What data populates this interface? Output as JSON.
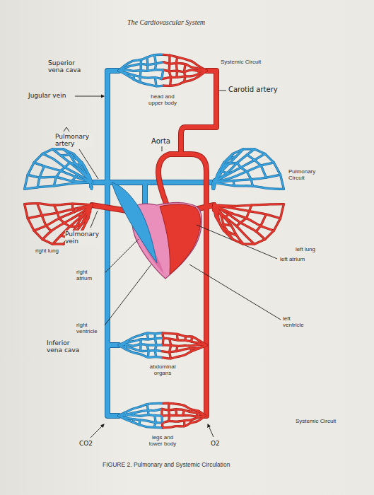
{
  "diagram": {
    "title": "The Cardiovascular System",
    "caption": "FIGURE 2. Pulmonary and Systemic Circulation",
    "nodes": [
      {
        "text": [
          "head and upper body"
        ]
      },
      {
        "text": [
          "right lung"
        ]
      },
      {
        "text": [
          "left lung"
        ]
      },
      {
        "text": [
          "abdominal organs"
        ]
      },
      {
        "text": [
          "legs and lower body"
        ]
      }
    ],
    "labels": [
      "Superior vena cava",
      "Systemic Circuit",
      "Carotid artery",
      "Jugular vein",
      "Pulmonary artery",
      "Aorta",
      "Pulmonary Circuit",
      "Pulmonary vein",
      "left atrium",
      "right atrium",
      "left ventricle",
      "right ventricle",
      "Inferior vena cava",
      "Systemic Circuit",
      "CO2",
      "O2"
    ]
  }
}
